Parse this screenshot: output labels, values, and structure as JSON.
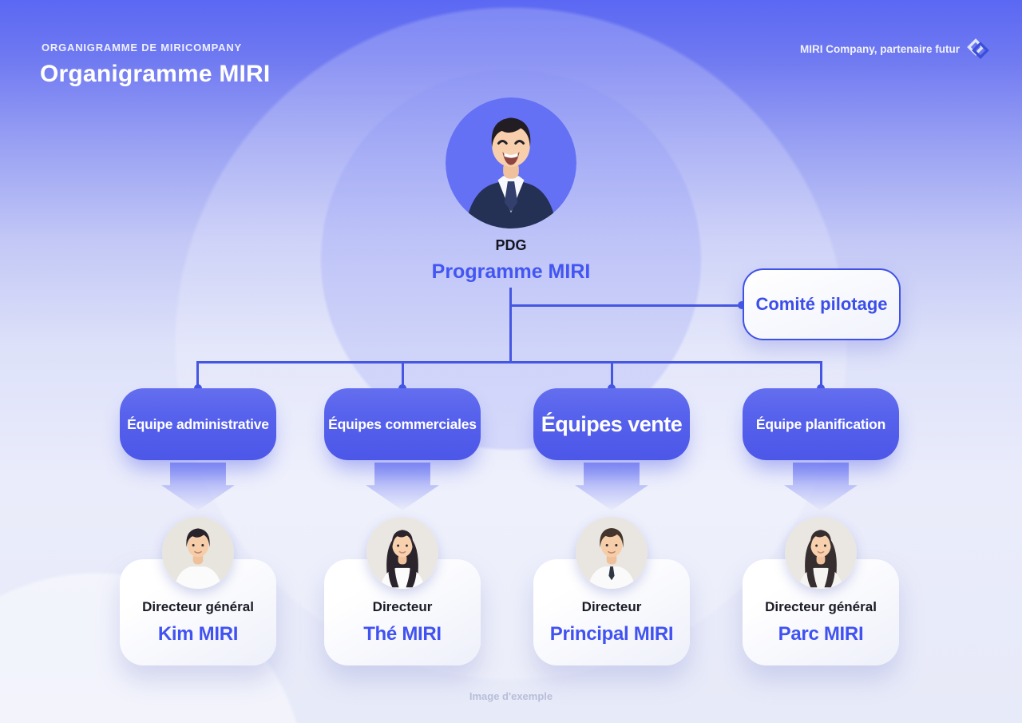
{
  "header": {
    "eyebrow": "ORGANIGRAMME DE MIRICOMPANY",
    "title": "Organigramme MIRI",
    "brand": "MIRI Company, partenaire futur"
  },
  "colors": {
    "accent_blue": "#4355f2",
    "connector": "#4456e2",
    "team_box": "#5560ec",
    "committee_border": "#4052e6",
    "header_bg_top": "#5b68f3",
    "bg_bottom": "#e7eaf8"
  },
  "ceo": {
    "role": "PDG",
    "name": "Programme MIRI",
    "avatar": "smiling-man-navy-suit-tie"
  },
  "committee": {
    "label": "Comité pilotage"
  },
  "teams": [
    {
      "label": "Équipe administrative",
      "emphasis": false
    },
    {
      "label": "Équipes commerciales",
      "emphasis": false
    },
    {
      "label": "Équipes vente",
      "emphasis": true
    },
    {
      "label": "Équipe planification",
      "emphasis": false
    }
  ],
  "directors": [
    {
      "role": "Directeur général",
      "name": "Kim MIRI",
      "avatar": "man-short-dark-hair-white-shirt"
    },
    {
      "role": "Directeur",
      "name": "Thé MIRI",
      "avatar": "woman-long-dark-hair-white-shirt"
    },
    {
      "role": "Directeur",
      "name": "Principal MIRI",
      "avatar": "man-short-hair-white-shirt-tie"
    },
    {
      "role": "Directeur général",
      "name": "Parc MIRI",
      "avatar": "woman-long-dark-hair-white-top"
    }
  ],
  "caption": "Image d'exemple"
}
